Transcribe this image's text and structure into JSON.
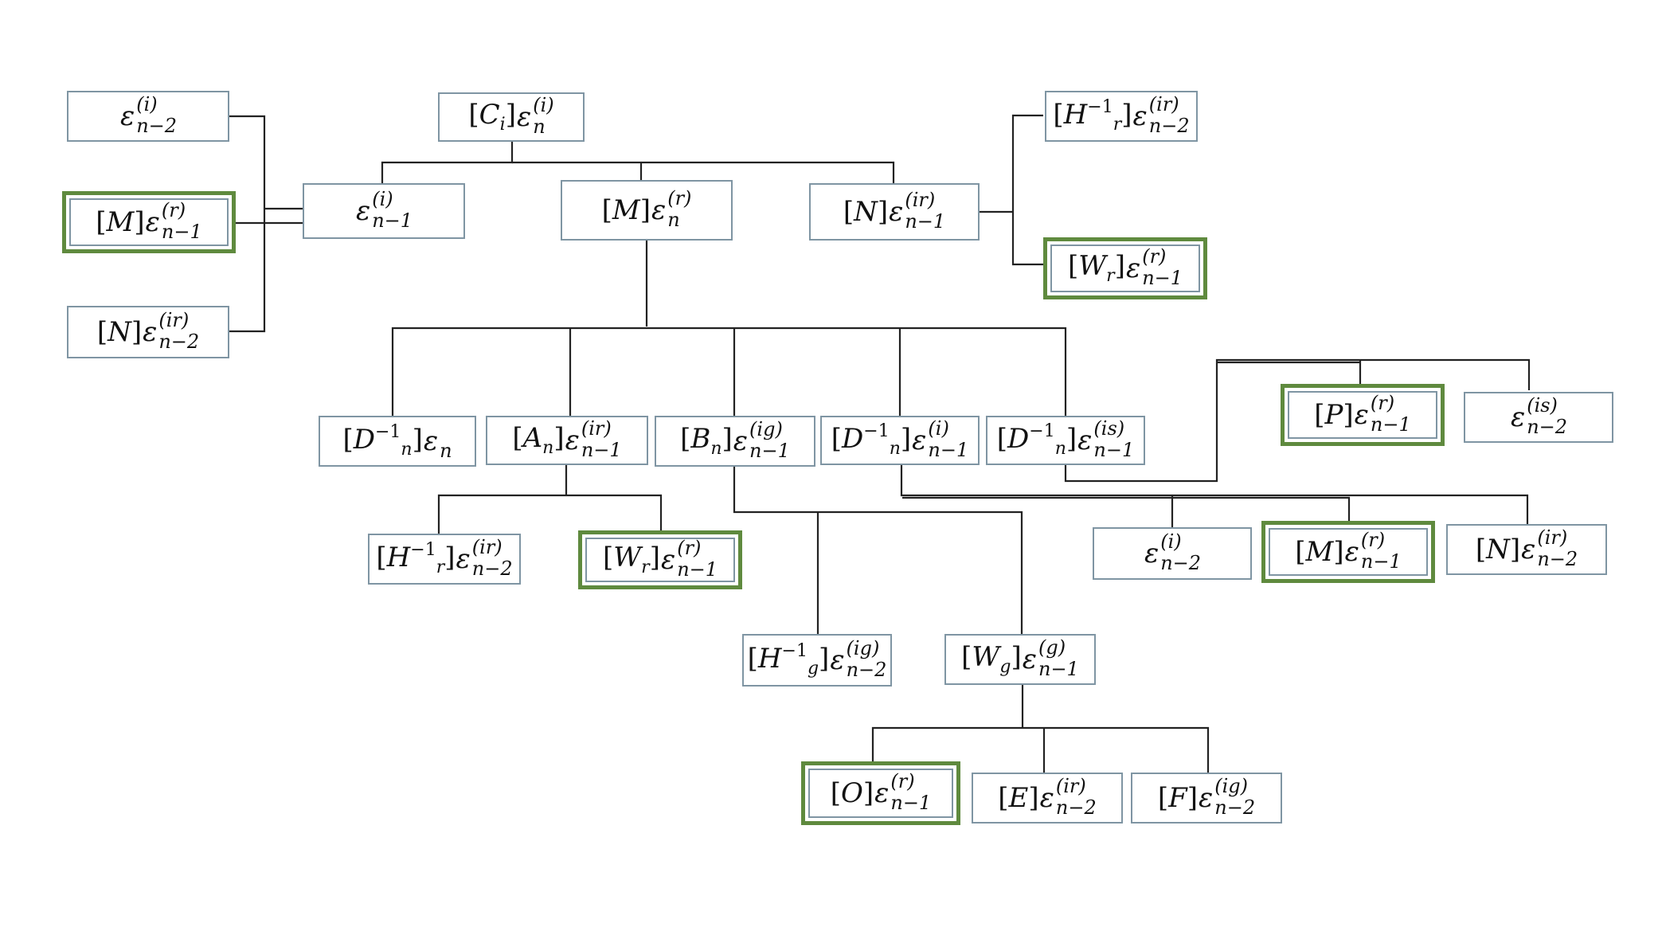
{
  "palette": {
    "box_border": "#7f95a3",
    "highlight_border": "#5f8a3e",
    "line": "#222222",
    "background": "#ffffff"
  },
  "nodes": [
    {
      "id": "n01",
      "coef": "",
      "sub": "n−2",
      "sup": "(i)",
      "highlight": false
    },
    {
      "id": "n02",
      "coef": "M",
      "sub": "n−1",
      "sup": "(r)",
      "highlight": true
    },
    {
      "id": "n03",
      "coef": "N",
      "sub": "n−2",
      "sup": "(ir)",
      "highlight": false
    },
    {
      "id": "n04",
      "coef": "",
      "sub": "n−1",
      "sup": "(i)",
      "highlight": false
    },
    {
      "id": "n05",
      "coef": "C",
      "coef_sub": "i",
      "sub": "n",
      "sup": "(i)",
      "highlight": false
    },
    {
      "id": "n06",
      "coef": "M",
      "sub": "n",
      "sup": "(r)",
      "highlight": false
    },
    {
      "id": "n07",
      "coef": "N",
      "sub": "n−1",
      "sup": "(ir)",
      "highlight": false
    },
    {
      "id": "n08",
      "coef": "H",
      "coef_sub": "r",
      "coef_sup": "−1",
      "sub": "n−2",
      "sup": "(ir)",
      "highlight": false
    },
    {
      "id": "n09",
      "coef": "W",
      "coef_sub": "r",
      "sub": "n−1",
      "sup": "(r)",
      "highlight": true
    },
    {
      "id": "n10",
      "coef": "D",
      "coef_sub": "n",
      "coef_sup": "−1",
      "sub": "n",
      "sup": "",
      "highlight": false
    },
    {
      "id": "n11",
      "coef": "A",
      "coef_sub": "n",
      "sub": "n−1",
      "sup": "(ir)",
      "highlight": false
    },
    {
      "id": "n12",
      "coef": "B",
      "coef_sub": "n",
      "sub": "n−1",
      "sup": "(ig)",
      "highlight": false
    },
    {
      "id": "n13",
      "coef": "D",
      "coef_sub": "n",
      "coef_sup": "−1",
      "sub": "n−1",
      "sup": "(i)",
      "highlight": false
    },
    {
      "id": "n14",
      "coef": "D",
      "coef_sub": "n",
      "coef_sup": "−1",
      "sub": "n−1",
      "sup": "(is)",
      "highlight": false
    },
    {
      "id": "n15",
      "coef": "P",
      "sub": "n−1",
      "sup": "(r)",
      "highlight": true
    },
    {
      "id": "n16",
      "coef": "",
      "sub": "n−2",
      "sup": "(is)",
      "highlight": false
    },
    {
      "id": "n17",
      "coef": "H",
      "coef_sub": "r",
      "coef_sup": "−1",
      "sub": "n−2",
      "sup": "(ir)",
      "highlight": false
    },
    {
      "id": "n18",
      "coef": "W",
      "coef_sub": "r",
      "sub": "n−1",
      "sup": "(r)",
      "highlight": true
    },
    {
      "id": "n19",
      "coef": "",
      "sub": "n−2",
      "sup": "(i)",
      "highlight": false
    },
    {
      "id": "n20",
      "coef": "M",
      "sub": "n−1",
      "sup": "(r)",
      "highlight": true
    },
    {
      "id": "n21",
      "coef": "N",
      "sub": "n−2",
      "sup": "(ir)",
      "highlight": false
    },
    {
      "id": "n22",
      "coef": "H",
      "coef_sub": "g",
      "coef_sup": "−1",
      "sub": "n−2",
      "sup": "(ig)",
      "highlight": false
    },
    {
      "id": "n23",
      "coef": "W",
      "coef_sub": "g",
      "sub": "n−1",
      "sup": "(g)",
      "highlight": false
    },
    {
      "id": "n24",
      "coef": "O",
      "sub": "n−1",
      "sup": "(r)",
      "highlight": true
    },
    {
      "id": "n25",
      "coef": "E",
      "sub": "n−2",
      "sup": "(ir)",
      "highlight": false
    },
    {
      "id": "n26",
      "coef": "F",
      "sub": "n−2",
      "sup": "(ig)",
      "highlight": false
    }
  ]
}
